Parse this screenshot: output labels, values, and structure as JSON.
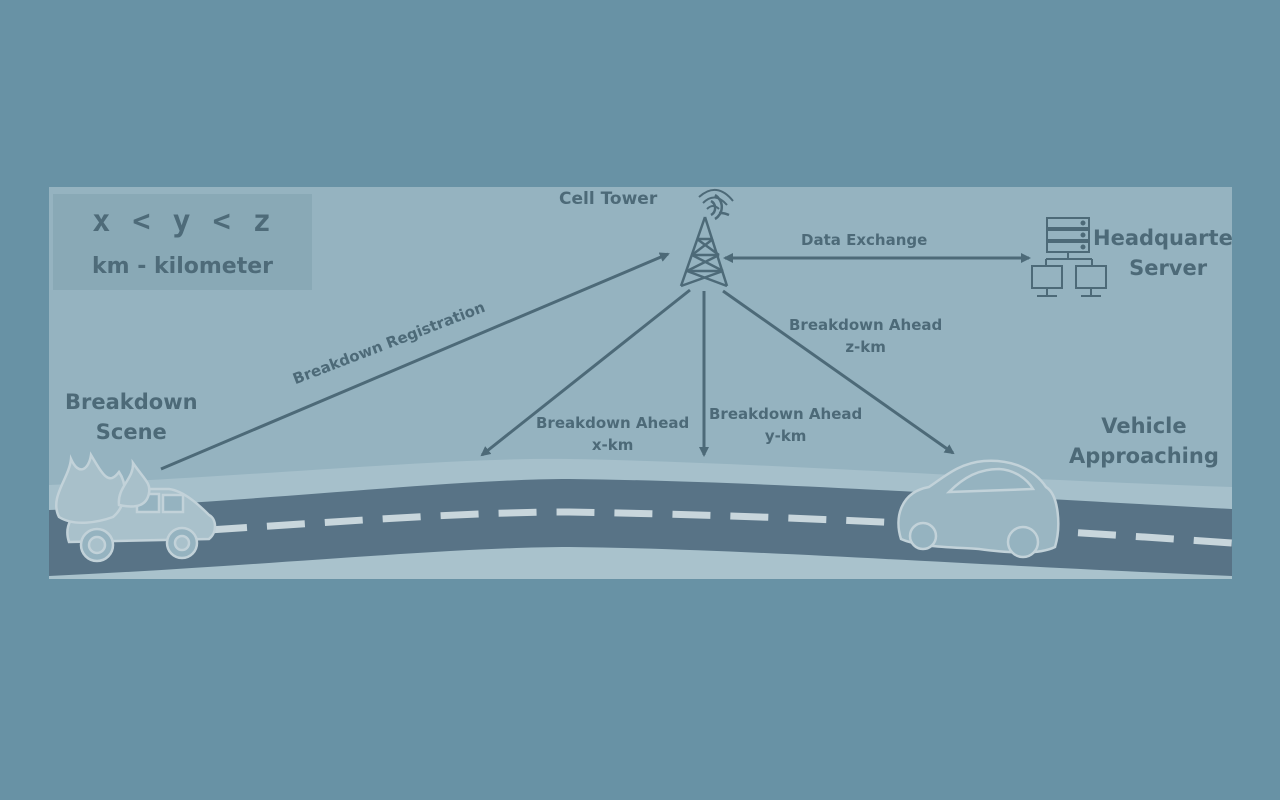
{
  "legend": {
    "relation": "x < y < z",
    "unit_note": "km - kilometer"
  },
  "tower": {
    "title": "Cell Tower"
  },
  "server": {
    "title_line1": "Headquarter",
    "title_line2": "Server"
  },
  "links": {
    "data_exchange": "Data Exchange",
    "registration": "Breakdown Registration",
    "ahead_x_line1": "Breakdown Ahead",
    "ahead_x_line2": "x-km",
    "ahead_y_line1": "Breakdown Ahead",
    "ahead_y_line2": "y-km",
    "ahead_z_line1": "Breakdown Ahead",
    "ahead_z_line2": "z-km"
  },
  "scene": {
    "breakdown_line1": "Breakdown",
    "breakdown_line2": "Scene",
    "vehicle_line1": "Vehicle",
    "vehicle_line2": "Approaching"
  },
  "colors": {
    "background": "#6892a5",
    "panel": "#95b3c0",
    "road": "#587386",
    "ink": "#4d6a78"
  }
}
